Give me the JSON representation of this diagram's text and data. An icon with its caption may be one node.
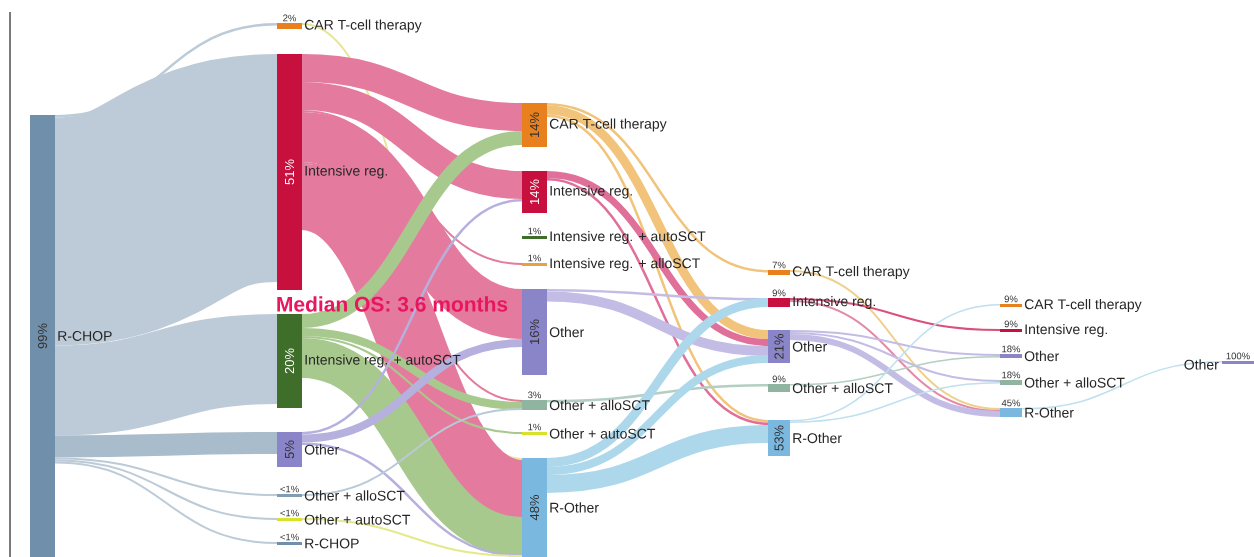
{
  "diagram": {
    "nodes": [
      {
        "text": [
          "99%",
          "R-CHOP"
        ]
      },
      {
        "text": [
          "2%",
          "CAR T-cell therapy"
        ]
      },
      {
        "text": [
          "51%",
          "Intensive reg."
        ]
      },
      {
        "text": [
          "20%",
          "Intensive reg. + autoSCT"
        ]
      },
      {
        "text": [
          "5%",
          "Other"
        ]
      },
      {
        "text": [
          "<1%",
          "Other + alloSCT"
        ]
      },
      {
        "text": [
          "<1%",
          "Other + autoSCT"
        ]
      },
      {
        "text": [
          "<1%",
          "R-CHOP"
        ]
      },
      {
        "text": [
          "14%",
          "CAR T-cell therapy"
        ]
      },
      {
        "text": [
          "14%",
          "Intensive reg."
        ]
      },
      {
        "text": [
          "1%",
          "Intensive reg. + autoSCT"
        ]
      },
      {
        "text": [
          "1%",
          "Intensive reg. + alloSCT"
        ]
      },
      {
        "text": [
          "16%",
          "Other"
        ]
      },
      {
        "text": [
          "3%",
          "Other + alloSCT"
        ]
      },
      {
        "text": [
          "1%",
          "Other + autoSCT"
        ]
      },
      {
        "text": [
          "48%",
          "R-Other"
        ]
      },
      {
        "text": [
          "7%",
          "CAR T-cell therapy"
        ]
      },
      {
        "text": [
          "9%",
          "Intensive reg."
        ]
      },
      {
        "text": [
          "21%",
          "Other"
        ]
      },
      {
        "text": [
          "9%",
          "Other + alloSCT"
        ]
      },
      {
        "text": [
          "53%",
          "R-Other"
        ]
      },
      {
        "text": [
          "9%",
          "CAR T-cell therapy"
        ]
      },
      {
        "text": [
          "9%",
          "Intensive reg."
        ]
      },
      {
        "text": [
          "18%",
          "Other"
        ]
      },
      {
        "text": [
          "18%",
          "Other + alloSCT"
        ]
      },
      {
        "text": [
          "45%",
          "R-Other"
        ]
      },
      {
        "text": [
          "Other",
          "100%"
        ]
      }
    ],
    "edges": [
      {
        "from": 0,
        "to": 1,
        "arrow": "none",
        "color": "#bccbd7"
      },
      {
        "from": 0,
        "to": 2,
        "arrow": "none",
        "color": "#bccbd7",
        "style": "thick"
      },
      {
        "from": 0,
        "to": 3,
        "arrow": "none",
        "color": "#bccbd7",
        "style": "thick"
      },
      {
        "from": 0,
        "to": 4,
        "arrow": "none",
        "color": "#a9bccb",
        "style": "thick"
      },
      {
        "from": 0,
        "to": 5,
        "arrow": "none",
        "color": "#bccbd7"
      },
      {
        "from": 0,
        "to": 6,
        "arrow": "none",
        "color": "#bccbd7"
      },
      {
        "from": 0,
        "to": 7,
        "arrow": "none",
        "color": "#bccbd7"
      },
      {
        "from": 1,
        "to": 15,
        "arrow": "none",
        "color": "#e6e59a"
      },
      {
        "from": 2,
        "to": 8,
        "arrow": "none",
        "color": "#e47b9f",
        "style": "thick"
      },
      {
        "from": 2,
        "to": 9,
        "arrow": "none",
        "color": "#e47b9f",
        "style": "thick"
      },
      {
        "from": 2,
        "to": 11,
        "arrow": "none",
        "color": "#e47b9f"
      },
      {
        "from": 2,
        "to": 12,
        "arrow": "none",
        "color": "#e47b9f",
        "style": "thick"
      },
      {
        "from": 2,
        "to": 13,
        "arrow": "none",
        "color": "#e47b9f"
      },
      {
        "from": 2,
        "to": 15,
        "arrow": "none",
        "color": "#e47b9f",
        "style": "thick"
      },
      {
        "from": 3,
        "to": 8,
        "arrow": "none",
        "color": "#a8c98d",
        "style": "thick"
      },
      {
        "from": 3,
        "to": 13,
        "arrow": "none",
        "color": "#a8c98d",
        "style": "thick"
      },
      {
        "from": 3,
        "to": 14,
        "arrow": "none",
        "color": "#a8c98d"
      },
      {
        "from": 3,
        "to": 15,
        "arrow": "none",
        "color": "#a8c98d",
        "style": "thick"
      },
      {
        "from": 4,
        "to": 9,
        "arrow": "none",
        "color": "#b5b0de"
      },
      {
        "from": 4,
        "to": 12,
        "arrow": "none",
        "color": "#b5b0de",
        "style": "thick"
      },
      {
        "from": 4,
        "to": 15,
        "arrow": "none",
        "color": "#b5b0de"
      },
      {
        "from": 5,
        "to": 13,
        "arrow": "none",
        "color": "#b9c9d6"
      },
      {
        "from": 6,
        "to": 15,
        "arrow": "none",
        "color": "#e3ea8a"
      },
      {
        "from": 8,
        "to": 16,
        "arrow": "none",
        "color": "#f2c37a"
      },
      {
        "from": 8,
        "to": 18,
        "arrow": "none",
        "color": "#f2c37a",
        "style": "thick"
      },
      {
        "from": 8,
        "to": 20,
        "arrow": "none",
        "color": "#f2c37a"
      },
      {
        "from": 9,
        "to": 18,
        "arrow": "none",
        "color": "#e0709a",
        "style": "thick"
      },
      {
        "from": 9,
        "to": 20,
        "arrow": "none",
        "color": "#e0709a"
      },
      {
        "from": 12,
        "to": 17,
        "arrow": "none",
        "color": "#c3bde6"
      },
      {
        "from": 12,
        "to": 18,
        "arrow": "none",
        "color": "#c3bde6",
        "style": "thick"
      },
      {
        "from": 13,
        "to": 19,
        "arrow": "none",
        "color": "#b2cfc2"
      },
      {
        "from": 15,
        "to": 17,
        "arrow": "none",
        "color": "#add8ec",
        "style": "thick"
      },
      {
        "from": 15,
        "to": 18,
        "arrow": "none",
        "color": "#add8ec",
        "style": "thick"
      },
      {
        "from": 15,
        "to": 20,
        "arrow": "none",
        "color": "#add8ec",
        "style": "thick"
      },
      {
        "from": 16,
        "to": 25,
        "arrow": "none",
        "color": "#efd08a"
      },
      {
        "from": 17,
        "to": 22,
        "arrow": "none",
        "color": "#d8517a"
      },
      {
        "from": 17,
        "to": 25,
        "arrow": "none",
        "color": "#e38aa8"
      },
      {
        "from": 18,
        "to": 23,
        "arrow": "none",
        "color": "#c3bde6"
      },
      {
        "from": 18,
        "to": 24,
        "arrow": "none",
        "color": "#c3bde6"
      },
      {
        "from": 18,
        "to": 25,
        "arrow": "none",
        "color": "#c3bde6",
        "style": "thick"
      },
      {
        "from": 19,
        "to": 23,
        "arrow": "none",
        "color": "#b2cfc2"
      },
      {
        "from": 20,
        "to": 21,
        "arrow": "none",
        "color": "#bfe0ee"
      },
      {
        "from": 20,
        "to": 24,
        "arrow": "none",
        "color": "#bfe0ee"
      },
      {
        "from": 25,
        "to": 26,
        "arrow": "none",
        "color": "#bfe0ee"
      }
    ],
    "labels": [
      "Median OS: 3.6 months"
    ]
  }
}
